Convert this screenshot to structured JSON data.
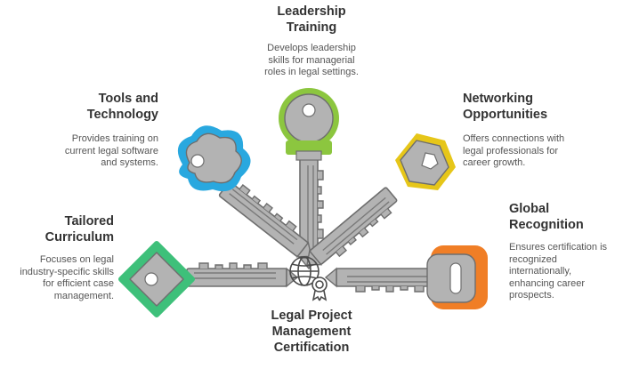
{
  "center": {
    "title_lines": [
      "Legal Project",
      "Management",
      "Certification"
    ],
    "icon": "globe-certificate-icon"
  },
  "items": [
    {
      "id": "leadership",
      "title_lines": [
        "Leadership",
        "Training"
      ],
      "desc_lines": [
        "Develops leadership",
        "skills for managerial",
        "roles in legal settings."
      ],
      "color": "#8cc63f",
      "icon": "round-key-icon"
    },
    {
      "id": "tools",
      "title_lines": [
        "Tools and",
        "Technology"
      ],
      "desc_lines": [
        "Provides training on",
        "current legal software",
        "and systems."
      ],
      "color": "#29a8df",
      "icon": "cloud-key-icon"
    },
    {
      "id": "networking",
      "title_lines": [
        "Networking",
        "Opportunities"
      ],
      "desc_lines": [
        "Offers connections with",
        "legal professionals for",
        "career growth."
      ],
      "color": "#e6c619",
      "icon": "hexagon-key-icon"
    },
    {
      "id": "tailored",
      "title_lines": [
        "Tailored",
        "Curriculum"
      ],
      "desc_lines": [
        "Focuses on legal",
        "industry-specific skills",
        "for efficient case",
        "management."
      ],
      "color": "#3ec07a",
      "icon": "diamond-key-icon"
    },
    {
      "id": "global",
      "title_lines": [
        "Global",
        "Recognition"
      ],
      "desc_lines": [
        "Ensures certification is",
        "recognized",
        "internationally,",
        "enhancing career",
        "prospects."
      ],
      "color": "#f07e26",
      "icon": "rounded-square-key-icon"
    }
  ]
}
